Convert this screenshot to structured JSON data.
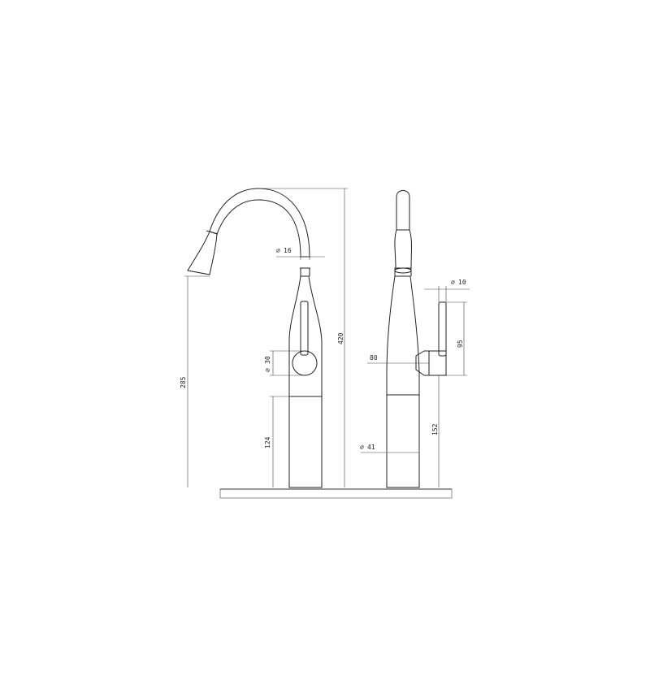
{
  "drawing": {
    "dimensions": {
      "spout_diameter": "16",
      "handle_diameter": "30",
      "total_height": "420",
      "outlet_height": "285",
      "base_height": "124",
      "lever_diameter": "10",
      "lever_length": "95",
      "projection": "80",
      "body_diameter": "41",
      "base_height_side": "152"
    },
    "diameter_symbol": "⌀"
  }
}
